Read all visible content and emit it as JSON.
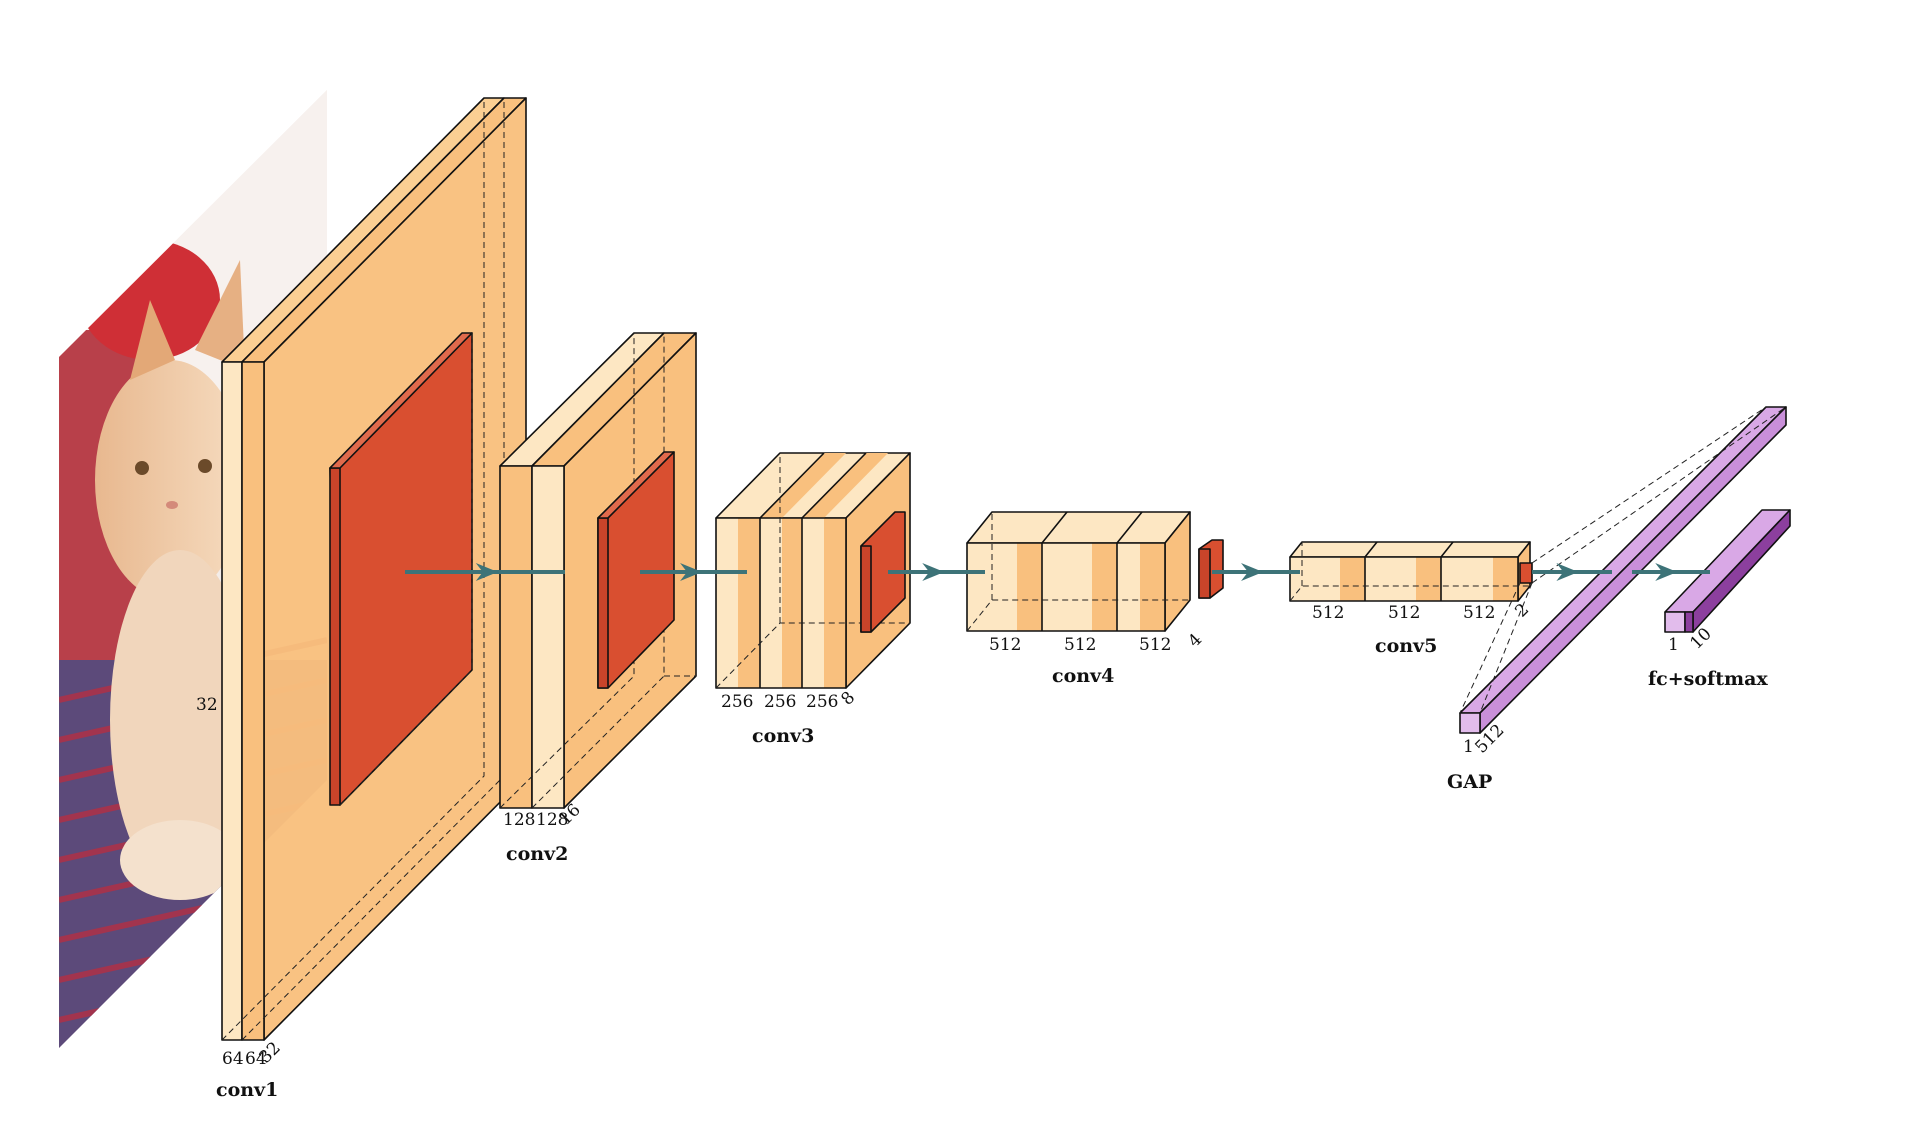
{
  "colors": {
    "conv": "#f9c07e",
    "conv_light": "#fde7c3",
    "pool": "#dd5a3a",
    "fc": "#c98fd9",
    "softmax": "#8c3f9e",
    "arrow": "#3d7378"
  },
  "image": {
    "subject": "kitten photo"
  },
  "blocks": {
    "conv1": {
      "title": "conv1",
      "dims": [
        "64",
        "64",
        "32"
      ],
      "side": "32"
    },
    "conv2": {
      "title": "conv2",
      "dims": [
        "128",
        "128",
        "16"
      ]
    },
    "conv3": {
      "title": "conv3",
      "dims": [
        "256",
        "256",
        "256",
        "8"
      ]
    },
    "conv4": {
      "title": "conv4",
      "dims": [
        "512",
        "512",
        "512",
        "4"
      ]
    },
    "conv5": {
      "title": "conv5",
      "dims": [
        "512",
        "512",
        "512",
        "2"
      ]
    },
    "gap": {
      "title": "GAP",
      "dims": [
        "1",
        "512"
      ]
    },
    "fc": {
      "title": "fc+softmax",
      "dims": [
        "1",
        "10"
      ]
    }
  }
}
